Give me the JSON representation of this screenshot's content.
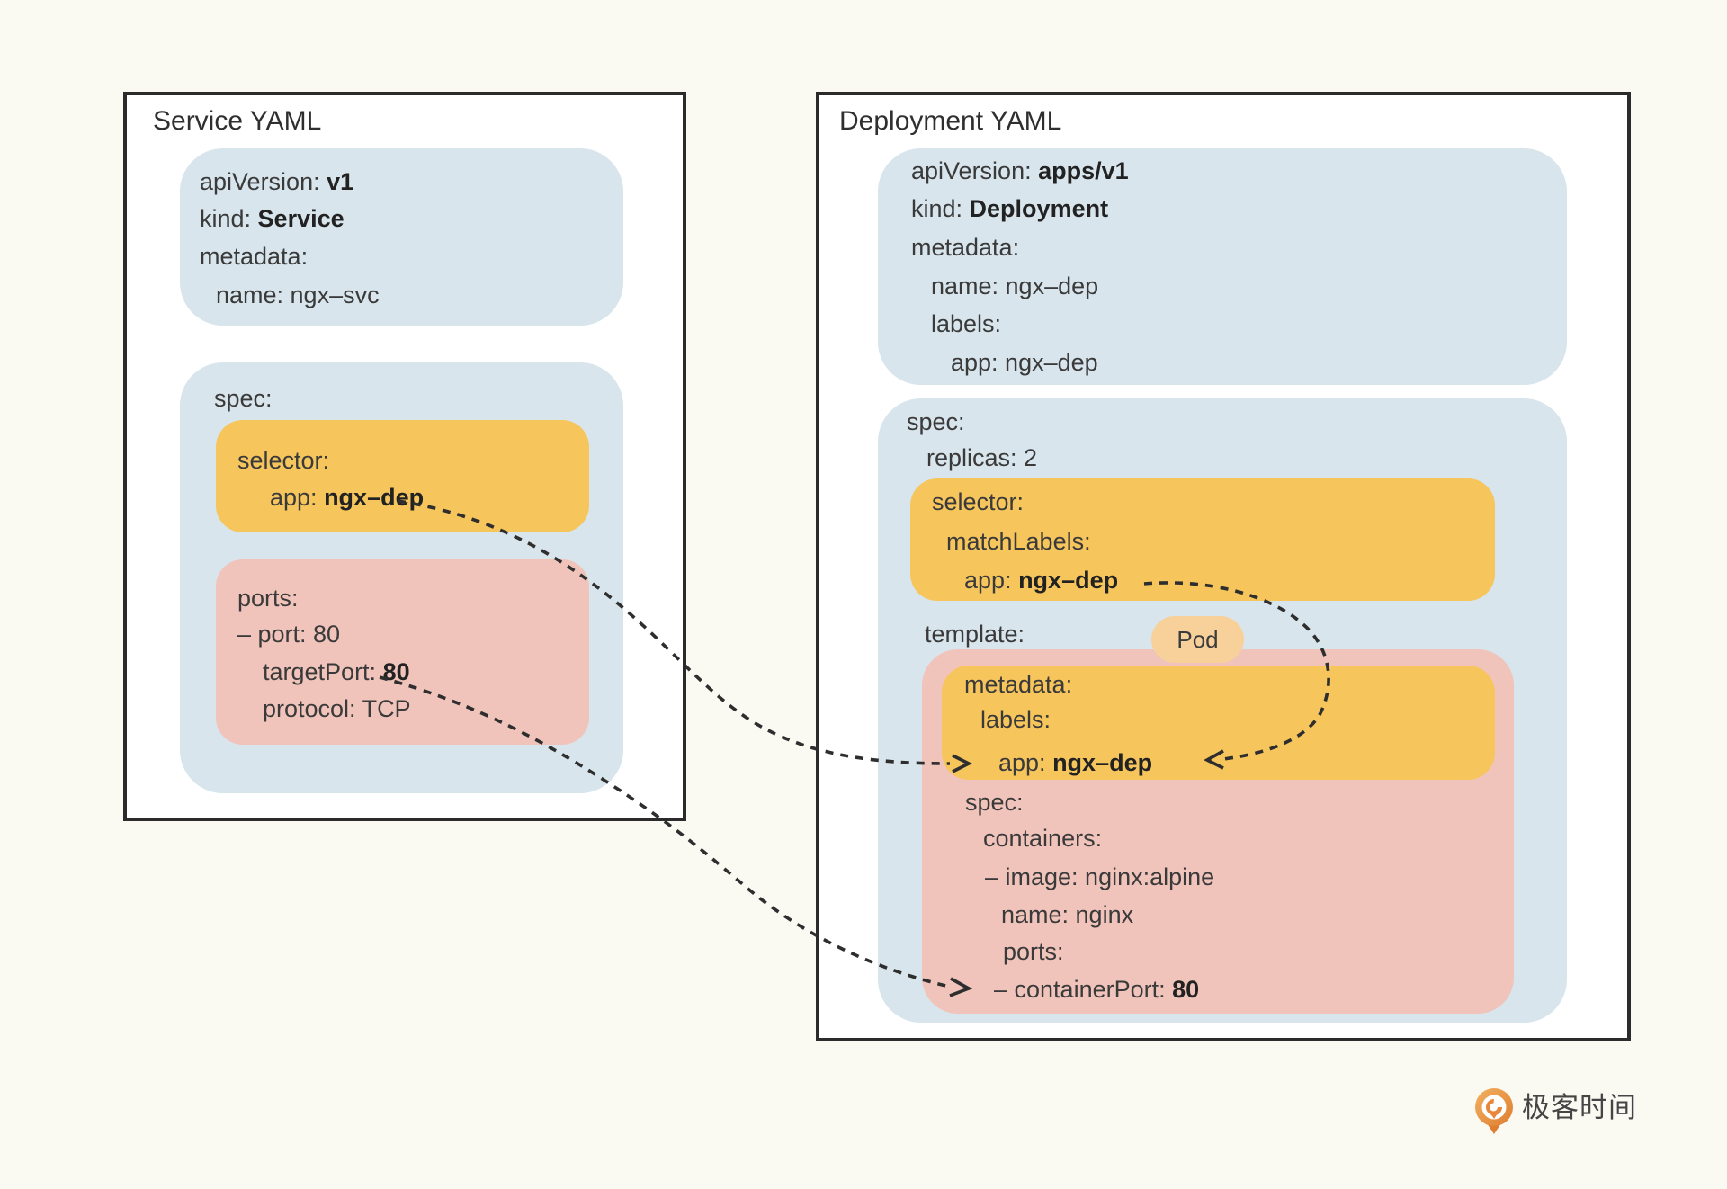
{
  "service": {
    "title": "Service YAML",
    "lines": [
      {
        "pre": "apiVersion: ",
        "bold": "v1"
      },
      {
        "pre": "kind: ",
        "bold": "Service"
      },
      {
        "pre": "metadata:",
        "bold": ""
      },
      {
        "pre": "name: ngx–svc",
        "bold": ""
      },
      {
        "pre": "spec:",
        "bold": ""
      },
      {
        "pre": "selector:",
        "bold": ""
      },
      {
        "pre": "app: ",
        "bold": "ngx–dep"
      },
      {
        "pre": "ports:",
        "bold": ""
      },
      {
        "pre": "– port: 80",
        "bold": ""
      },
      {
        "pre": "targetPort: ",
        "bold": "80"
      },
      {
        "pre": "protocol: TCP",
        "bold": ""
      }
    ]
  },
  "deployment": {
    "title": "Deployment YAML",
    "lines": [
      {
        "pre": "apiVersion: ",
        "bold": "apps/v1"
      },
      {
        "pre": "kind: ",
        "bold": "Deployment"
      },
      {
        "pre": "metadata:",
        "bold": ""
      },
      {
        "pre": "name: ngx–dep",
        "bold": ""
      },
      {
        "pre": "labels:",
        "bold": ""
      },
      {
        "pre": "app: ngx–dep",
        "bold": ""
      },
      {
        "pre": "spec:",
        "bold": ""
      },
      {
        "pre": "replicas: 2",
        "bold": ""
      },
      {
        "pre": "selector:",
        "bold": ""
      },
      {
        "pre": "matchLabels:",
        "bold": ""
      },
      {
        "pre": "app: ",
        "bold": "ngx–dep"
      },
      {
        "pre": "template:",
        "bold": ""
      },
      {
        "pre": "metadata:",
        "bold": ""
      },
      {
        "pre": "labels:",
        "bold": ""
      },
      {
        "pre": "app: ",
        "bold": "ngx–dep"
      },
      {
        "pre": "spec:",
        "bold": ""
      },
      {
        "pre": "containers:",
        "bold": ""
      },
      {
        "pre": "– image: nginx:alpine",
        "bold": ""
      },
      {
        "pre": "name: nginx",
        "bold": ""
      },
      {
        "pre": "ports:",
        "bold": ""
      },
      {
        "pre": "– containerPort: ",
        "bold": "80"
      }
    ]
  },
  "pod_badge": {
    "label": "Pod"
  },
  "logo": {
    "text": "极客时间"
  },
  "colors": {
    "background": "#FAF9F2",
    "panel_fill": "#FFFFFF",
    "panel_border": "#2B2B2B",
    "blue_block": "#D8E5EC",
    "yellow_block": "#F6C55C",
    "pink_block": "#F1C4BB",
    "pod_badge": "#F8D09A",
    "arrow": "#2E2E2E",
    "text": "#3A3A3A",
    "logo_orange": "#E8873C"
  }
}
